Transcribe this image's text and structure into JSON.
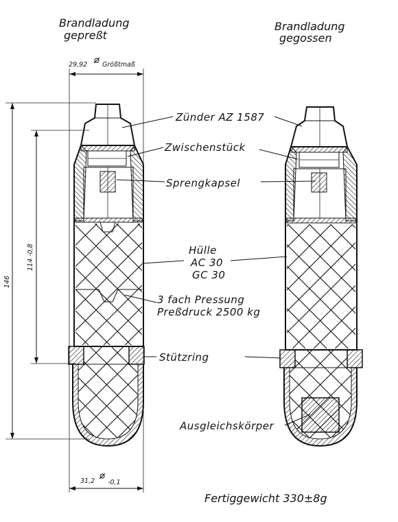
{
  "left_title": [
    "Brandladung",
    "gepreßt"
  ],
  "right_title": [
    "Brandladung",
    "gegossen"
  ],
  "dims": {
    "top_width": "29,92",
    "top_width_suffix": "Größtmaß",
    "bottom_width": "31,2",
    "bottom_tol": "-0,1",
    "overall_length": "146",
    "body_length": "114 -0,8"
  },
  "labels": {
    "zuender": "Zünder AZ 1587",
    "zwischenstueck": "Zwischenstück",
    "sprengkapsel": "Sprengkapsel",
    "huelle_1": "Hülle",
    "huelle_2": "AC 30",
    "huelle_3": "GC 30",
    "pressung_1": "3 fach Pressung",
    "pressung_2": "Preßdruck 2500 kg",
    "stuetzring": "Stützring",
    "ausgleich": "Ausgleichskörper"
  },
  "footer": "Fertiggewicht 330±8g",
  "icons": [
    "diameter-symbol"
  ]
}
